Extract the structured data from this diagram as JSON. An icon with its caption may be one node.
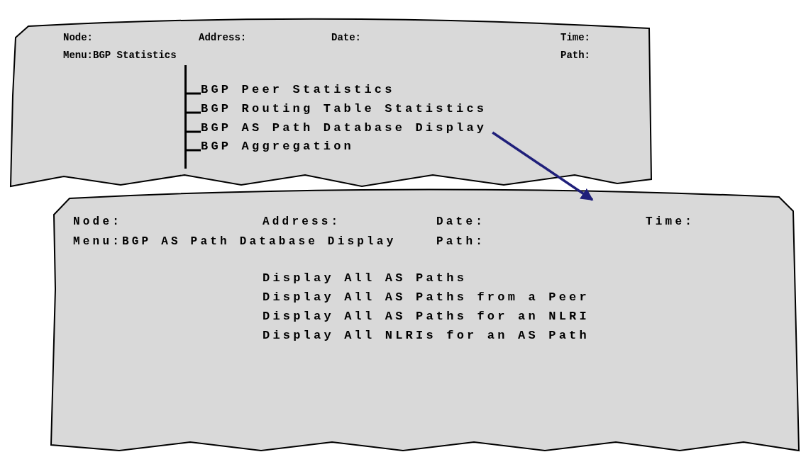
{
  "diagram": {
    "nodes": [
      {
        "text": [
          "Node:",
          "Address:",
          "Date:",
          "Time:",
          "Menu:BGP Statistics",
          "Path:"
        ]
      },
      {
        "text": [],
        "shape": "bar",
        "in": 0
      },
      {
        "text": [
          "BGP Peer Statistics"
        ],
        "in": 0
      },
      {
        "text": [
          "BGP Routing Table Statistics"
        ],
        "in": 0
      },
      {
        "text": [
          "BGP AS Path Database Display"
        ],
        "in": 0
      },
      {
        "text": [
          "BGP Aggregation"
        ],
        "in": 0
      },
      {
        "text": [
          "Node:",
          "Address:",
          "Date:",
          "Time:",
          "Menu:BGP AS Path Database Display",
          "Path:"
        ]
      },
      {
        "text": [
          "Display All AS Paths"
        ],
        "in": 6
      },
      {
        "text": [
          "Display All AS Paths from a Peer"
        ],
        "in": 6
      },
      {
        "text": [
          "Display All AS Paths for an NLRI"
        ],
        "in": 6
      },
      {
        "text": [
          "Display All NLRIs for an AS Path"
        ],
        "in": 6
      }
    ],
    "edges": [
      {
        "from": 1,
        "to": 2,
        "arrow": "none"
      },
      {
        "from": 1,
        "to": 3,
        "arrow": "none"
      },
      {
        "from": 1,
        "to": 4,
        "arrow": "none"
      },
      {
        "from": 1,
        "to": 5,
        "arrow": "none"
      },
      {
        "from": 4,
        "to": 6,
        "arrow": "to",
        "color": "#1f1f7a"
      }
    ]
  }
}
